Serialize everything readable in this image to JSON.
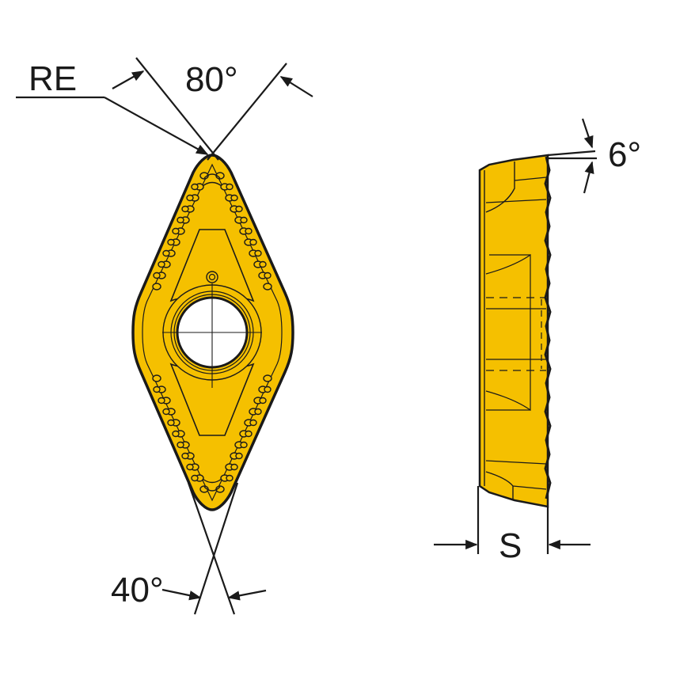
{
  "diagram": {
    "type": "cutting-insert-technical-drawing",
    "colors": {
      "insert_fill": "#F5C000",
      "insert_fill_dark": "#E8B000",
      "outline": "#1a1a1a",
      "background": "#FFFFFF",
      "hole": "#FFFFFF"
    },
    "front_view": {
      "shape": "rhombic (V-style) insert with central clamping hole and chip breaker pattern",
      "labels": {
        "corner_radius": "RE",
        "included_angle": "80°",
        "clearance_angle_bottom": "40°"
      }
    },
    "side_view": {
      "labels": {
        "clearance_angle": "6°",
        "thickness": "S"
      }
    }
  }
}
